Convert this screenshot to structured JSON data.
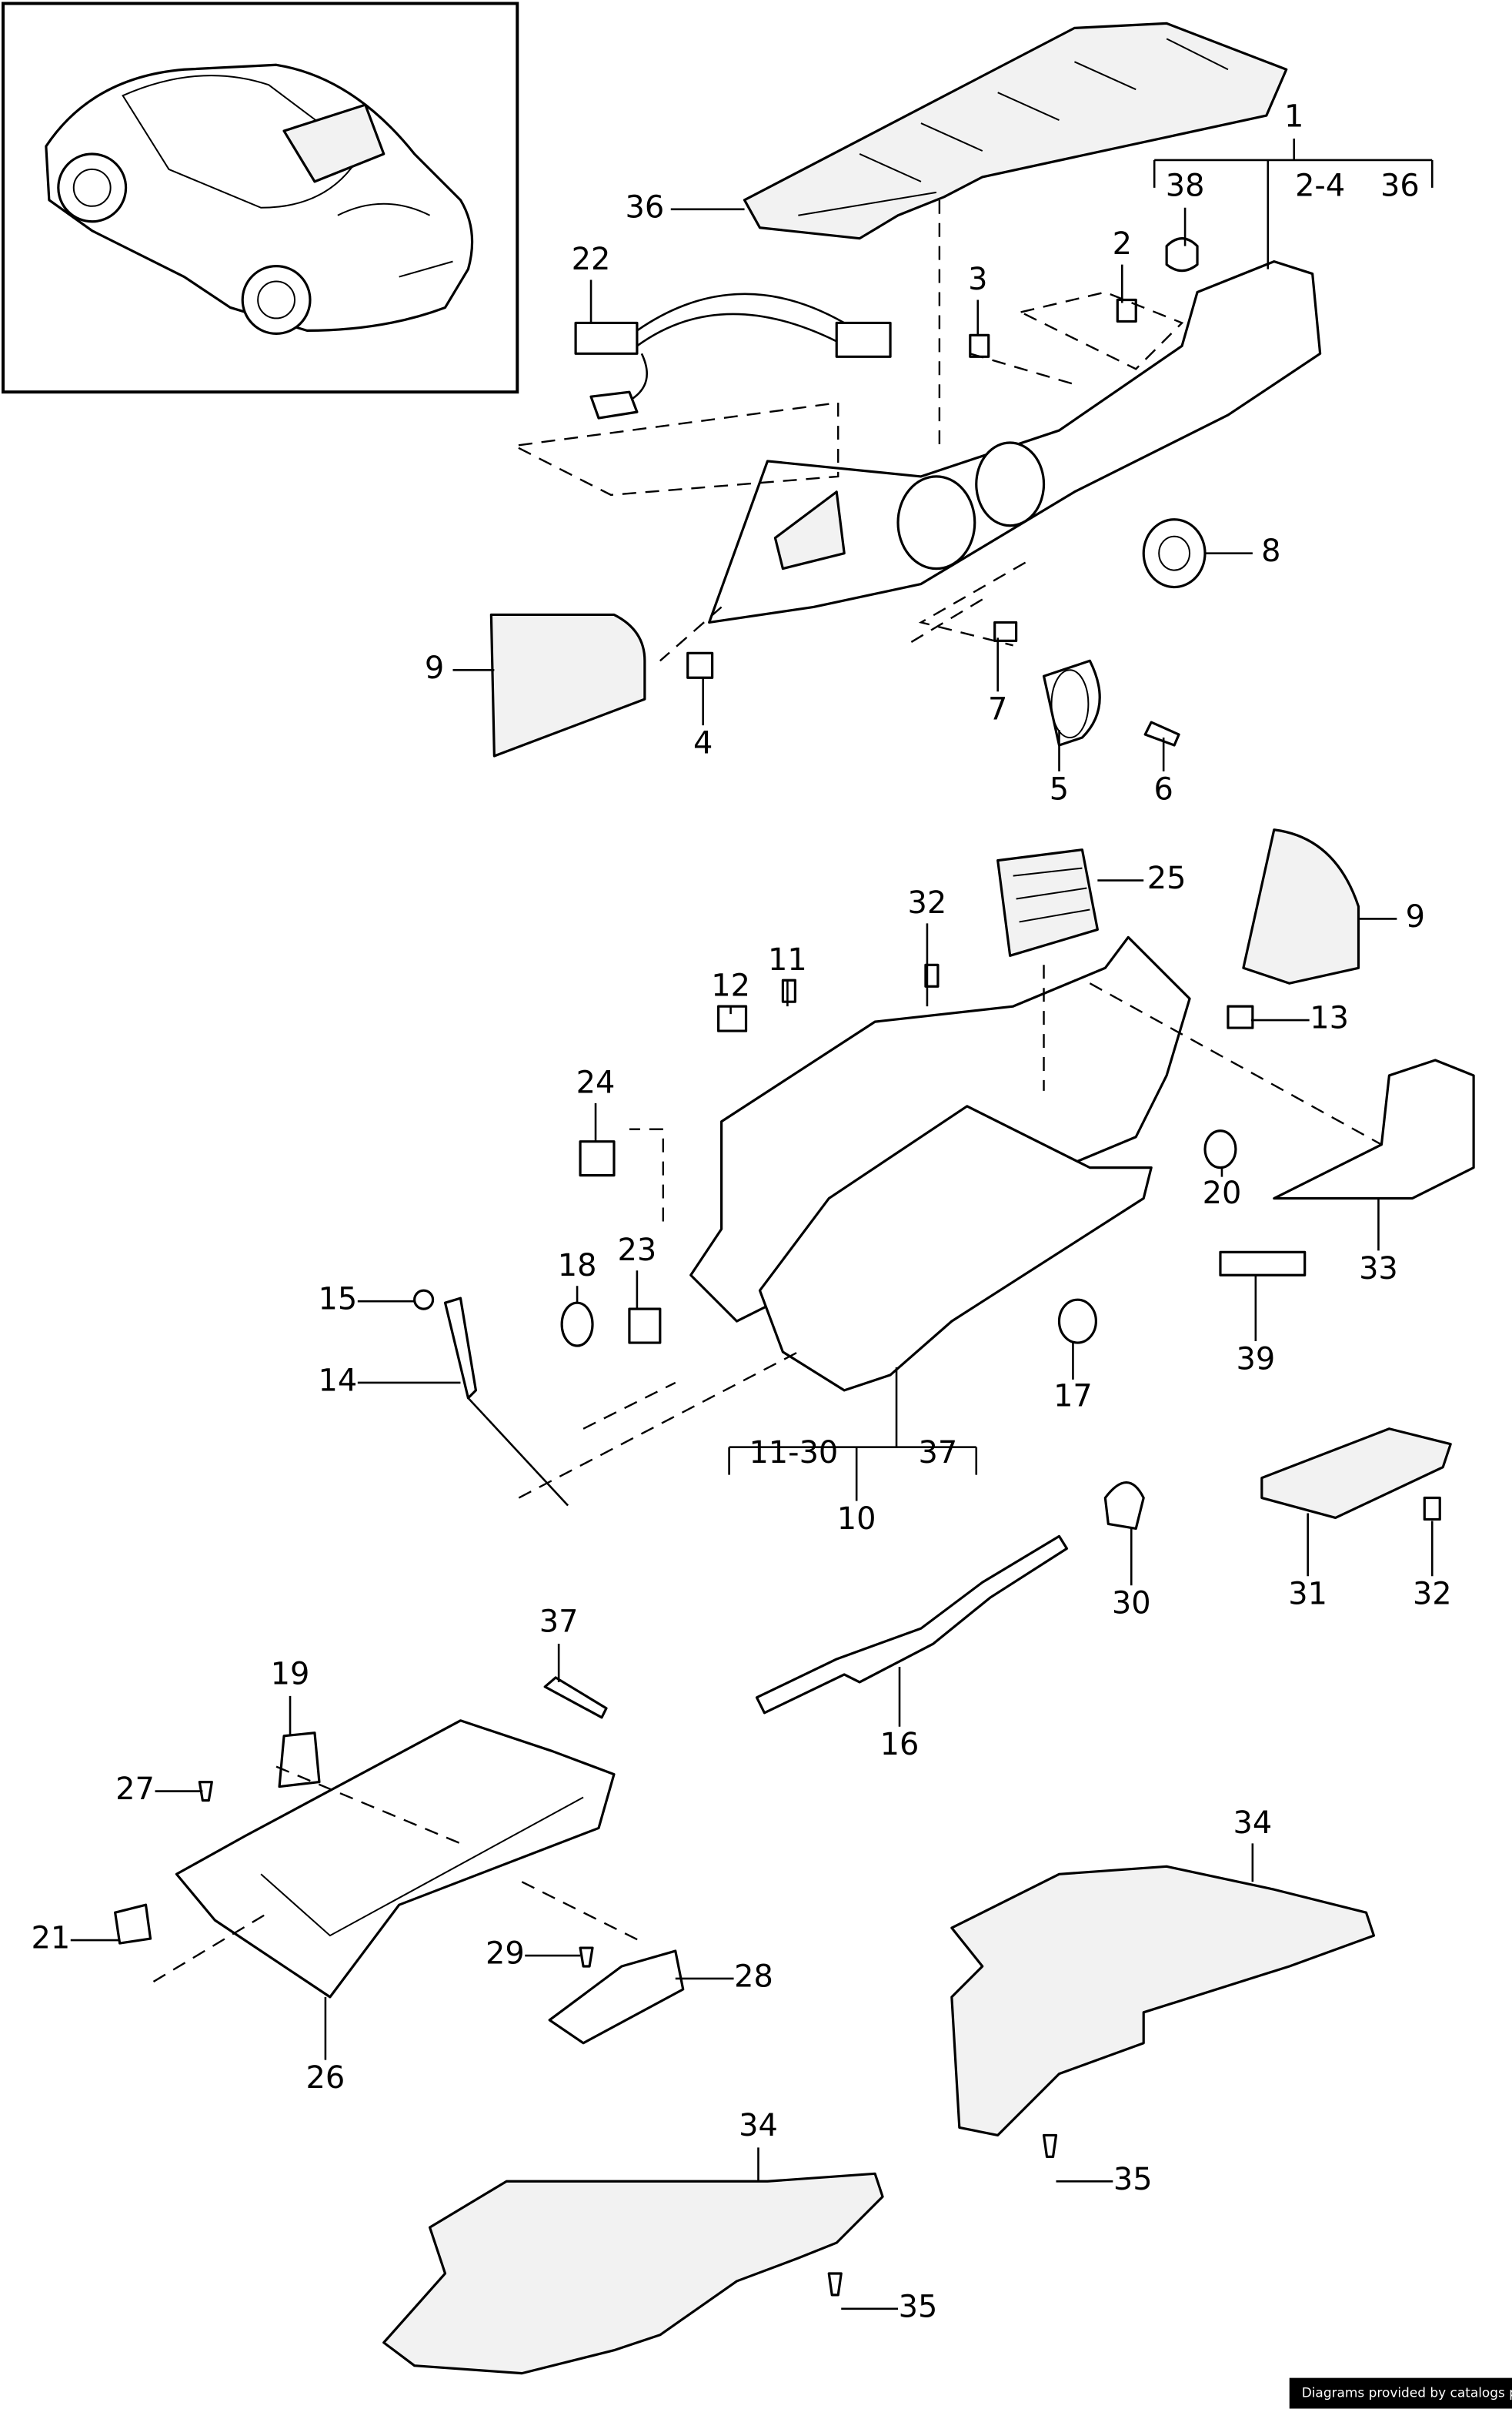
{
  "diagram": {
    "callouts": {
      "c1": "1",
      "c38a": "38",
      "c2_4": "2-4",
      "c36a": "36",
      "c36b": "36",
      "c22": "22",
      "c2": "2",
      "c3": "3",
      "c8": "8",
      "c9a": "9",
      "c4": "4",
      "c7": "7",
      "c5": "5",
      "c6": "6",
      "c25": "25",
      "c32a": "32",
      "c9b": "9",
      "c11": "11",
      "c12": "12",
      "c13": "13",
      "c24": "24",
      "c20": "20",
      "c33": "33",
      "c18": "18",
      "c23": "23",
      "c15": "15",
      "c14": "14",
      "c39": "39",
      "c17": "17",
      "c11_30": "11-30",
      "c37a": "37",
      "c10": "10",
      "c30": "30",
      "c31": "31",
      "c32b": "32",
      "c37b": "37",
      "c19": "19",
      "c16": "16",
      "c27": "27",
      "c34a": "34",
      "c21": "21",
      "c29": "29",
      "c28": "28",
      "c26": "26",
      "c34b": "34",
      "c35a": "35",
      "c35b": "35"
    },
    "footer": "Diagrams provided by catalogs parts"
  }
}
